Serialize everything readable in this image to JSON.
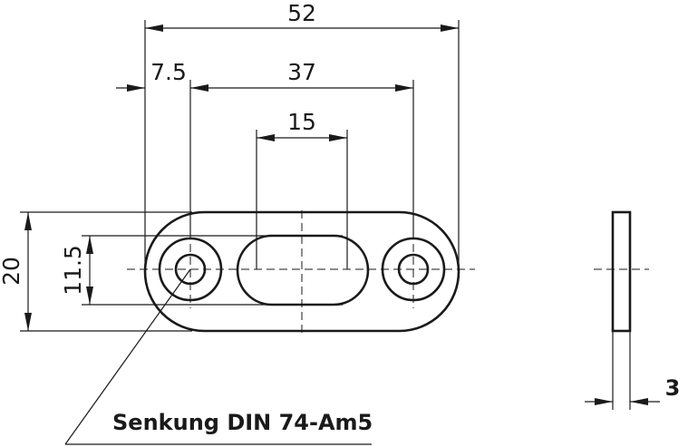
{
  "dimensions": {
    "overall_length": "52",
    "edge_to_hole": "7.5",
    "hole_spacing": "37",
    "slot_width": "15",
    "overall_height": "20",
    "slot_height": "11.5",
    "thickness": "3"
  },
  "note": "Senkung DIN 74-Am5"
}
